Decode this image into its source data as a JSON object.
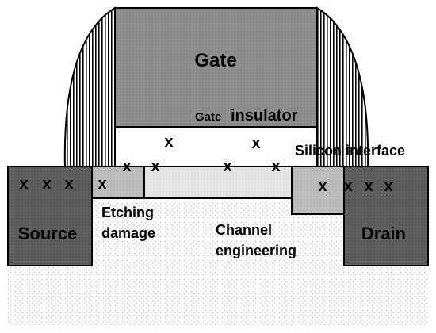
{
  "labels": {
    "gate": "Gate",
    "gate_small": "Gate",
    "insulator": "insulator",
    "silicon_interface": "Silicon interface",
    "etching_line1": "Etching",
    "etching_line2": "damage",
    "channel_line1": "Channel",
    "channel_line2": "engineering",
    "source": "Source",
    "drain": "Drain",
    "defect_mark": "x"
  },
  "colors": {
    "gate_fill": "#8c8c8c",
    "source_drain_fill": "#595959",
    "extension_fill": "#b8b8b8",
    "channel_fill": "#e6e6e6",
    "substrate_dots": "#c8c8c8",
    "outline": "#000000"
  }
}
